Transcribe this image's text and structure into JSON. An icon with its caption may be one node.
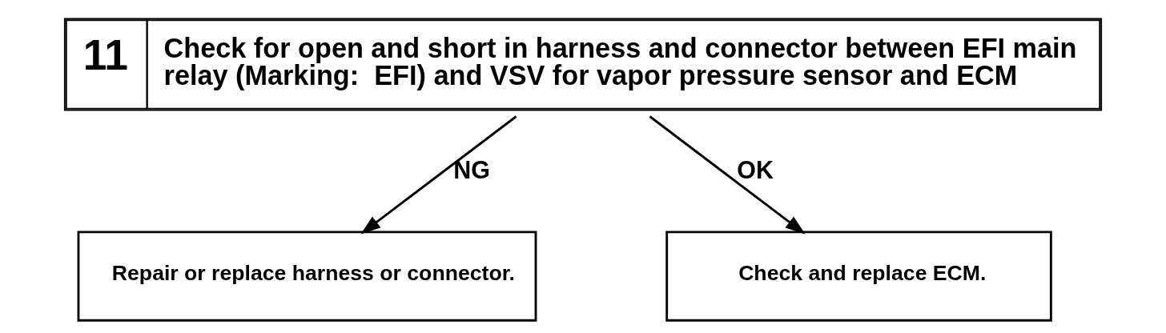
{
  "diagram": {
    "nodes": [
      {
        "text": [
          "11",
          "Check for open and short in harness and connector between EFI main relay (Marking:  EFI) and VSV for vapor pressure sensor and ECM"
        ]
      },
      {
        "text": [
          "Repair or replace harness or connector."
        ]
      },
      {
        "text": [
          "Check and replace ECM."
        ]
      }
    ],
    "edges": [
      {
        "from": 0,
        "to": 2,
        "arrow": "to",
        "label": "OK"
      },
      {
        "from": 0,
        "to": 1,
        "arrow": "to",
        "label": "NG"
      }
    ]
  }
}
